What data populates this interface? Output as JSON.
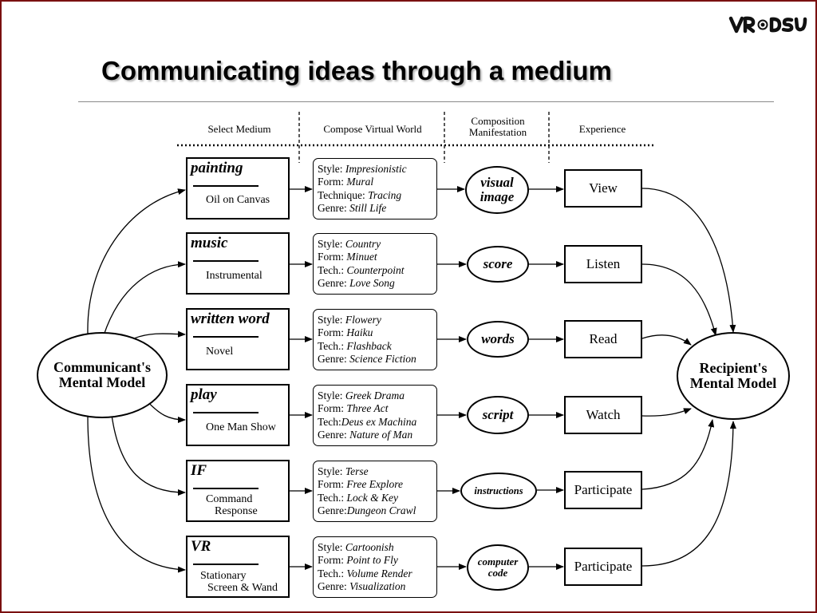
{
  "title": "Communicating ideas through a medium",
  "logo": {
    "text": "VR DSU",
    "icon": "vr-osu-logo-icon"
  },
  "headers": [
    {
      "label": "Select Medium"
    },
    {
      "label": "Compose Virtual World"
    },
    {
      "label_line1": "Composition",
      "label_line2": "Manifestation"
    },
    {
      "label": "Experience"
    }
  ],
  "communicant": {
    "line1": "Communicant's",
    "line2": "Mental Model"
  },
  "recipient": {
    "line1": "Recipient's",
    "line2": "Mental Model"
  },
  "rows": [
    {
      "medium": "painting",
      "medium_sub": [
        "Oil on Canvas"
      ],
      "world": [
        {
          "k": "Style: ",
          "v": "Impresionistic"
        },
        {
          "k": "Form: ",
          "v": "Mural"
        },
        {
          "k": "Technique: ",
          "v": "Tracing"
        },
        {
          "k": "Genre: ",
          "v": "Still Life"
        }
      ],
      "manifestation": [
        "visual",
        "image"
      ],
      "experience": "View"
    },
    {
      "medium": "music",
      "medium_sub": [
        "Instrumental"
      ],
      "world": [
        {
          "k": "Style: ",
          "v": "Country"
        },
        {
          "k": "Form: ",
          "v": "Minuet"
        },
        {
          "k": "Tech.: ",
          "v": "Counterpoint"
        },
        {
          "k": "Genre: ",
          "v": "Love Song"
        }
      ],
      "manifestation": [
        "score"
      ],
      "experience": "Listen"
    },
    {
      "medium": "written word",
      "medium_sub": [
        "Novel"
      ],
      "world": [
        {
          "k": "Style: ",
          "v": "Flowery"
        },
        {
          "k": "Form: ",
          "v": "Haiku"
        },
        {
          "k": "Tech.: ",
          "v": "Flashback"
        },
        {
          "k": "Genre: ",
          "v": "Science Fiction"
        }
      ],
      "manifestation": [
        "words"
      ],
      "experience": "Read"
    },
    {
      "medium": "play",
      "medium_sub": [
        "One Man Show"
      ],
      "world": [
        {
          "k": "Style: ",
          "v": "Greek Drama"
        },
        {
          "k": "Form: ",
          "v": "Three Act"
        },
        {
          "k": "Tech:",
          "v": "Deus ex Machina"
        },
        {
          "k": "Genre: ",
          "v": "Nature of Man"
        }
      ],
      "manifestation": [
        "script"
      ],
      "experience": "Watch"
    },
    {
      "medium": "IF",
      "medium_sub": [
        "Command",
        "Response"
      ],
      "world": [
        {
          "k": "Style: ",
          "v": "Terse"
        },
        {
          "k": "Form: ",
          "v": "Free Explore"
        },
        {
          "k": "Tech.: ",
          "v": "Lock & Key"
        },
        {
          "k": "Genre:",
          "v": "Dungeon Crawl"
        }
      ],
      "manifestation": [
        "instructions"
      ],
      "experience": "Participate"
    },
    {
      "medium": "VR",
      "medium_sub": [
        "Stationary",
        "Screen & Wand"
      ],
      "world": [
        {
          "k": "Style: ",
          "v": "Cartoonish"
        },
        {
          "k": "Form: ",
          "v": "Point to Fly"
        },
        {
          "k": "Tech.: ",
          "v": "Volume Render"
        },
        {
          "k": "Genre: ",
          "v": "Visualization"
        }
      ],
      "manifestation": [
        "computer",
        "code"
      ],
      "experience": "Participate"
    }
  ]
}
